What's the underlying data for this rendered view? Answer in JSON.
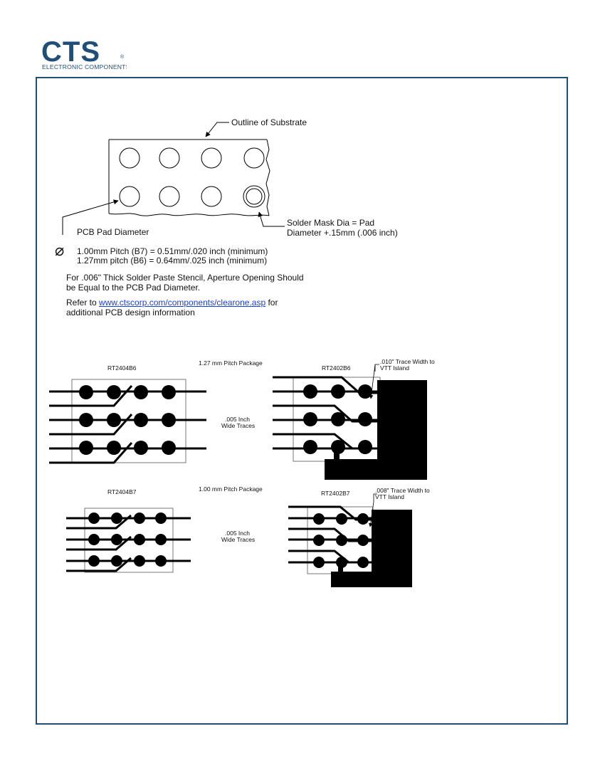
{
  "brand": {
    "logo_text": "CTS",
    "registered": "®",
    "tagline": "ELECTRONIC COMPONENTS",
    "color": "#1f4e79"
  },
  "substrate": {
    "outline_label": "Outline of Substrate",
    "mask_label_line1": "Solder Mask Dia = Pad",
    "mask_label_line2": "Diameter +.15mm (.006 inch)",
    "pad_label": "PCB Pad Diameter",
    "diameter_symbol": "⌀",
    "pitch_b7": "1.00mm Pitch (B7) = 0.51mm/.020 inch (minimum)",
    "pitch_b6": "1.27mm pitch (B6) = 0.64mm/.025 inch (minimum)",
    "stencil_line1": "For .006\" Thick Solder Paste Stencil, Aperture Opening Should",
    "stencil_line2": "be Equal to the PCB Pad Diameter.",
    "refer_prefix": "Refer to ",
    "refer_link": "www.ctscorp.com/components/clearone.asp",
    "refer_suffix": " for",
    "refer_line2": "additional PCB design information"
  },
  "layouts": {
    "b6_title": "1.27 mm Pitch Package",
    "b7_title": "1.00 mm Pitch Package",
    "rt2404b6": "RT2404B6",
    "rt2402b6": "RT2402B6",
    "rt2404b7": "RT2404B7",
    "rt2402b7": "RT2402B7",
    "trace_b6_line1": ".005 Inch",
    "trace_b6_line2": "Wide Traces",
    "trace_b7_line1": ".005 Inch",
    "trace_b7_line2": "Wide Traces",
    "vtt_b6_line1": ".010\" Trace Width to",
    "vtt_b6_line2": "VTT Island",
    "vtt_b7_line1": ".008\" Trace Width to",
    "vtt_b7_line2": "VTT Island"
  }
}
